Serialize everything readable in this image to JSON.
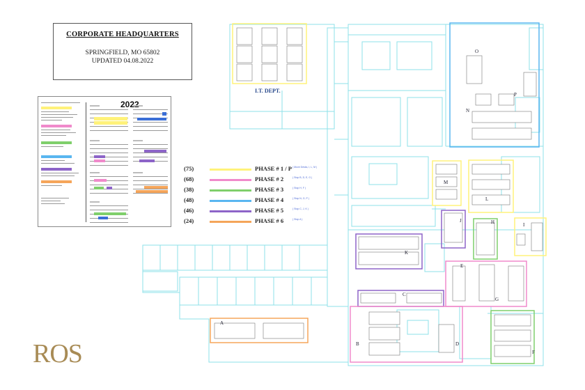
{
  "header": {
    "title": "CORPORATE HEADQUARTERS",
    "location": "SPRINGFIELD, MO 65802",
    "updated": "UPDATED 04.08.2022"
  },
  "calendar": {
    "year": "2022",
    "legend_colors": [
      "#fff27a",
      "#f08acb",
      "#7fcf6b",
      "#59b6f0",
      "#8d64c8",
      "#f5a55a"
    ]
  },
  "legend": {
    "phases": [
      {
        "count": "(75)",
        "label": "PHASE # 1 / P",
        "color": "#fff27a",
        "note": "( Move Desks, I, L, M )"
      },
      {
        "count": "(68)",
        "label": "PHASE # 2",
        "color": "#f08acb",
        "note": "( Stop B, D, E, G )"
      },
      {
        "count": "(38)",
        "label": "PHASE # 3",
        "color": "#7fcf6b",
        "note": "( Stop H, F )"
      },
      {
        "count": "(48)",
        "label": "PHASE # 4",
        "color": "#59b6f0",
        "note": "( Stop N, O, P )"
      },
      {
        "count": "(46)",
        "label": "PHASE # 5",
        "color": "#8d64c8",
        "note": "( Stop C, J, K )"
      },
      {
        "count": "(24)",
        "label": "PHASE # 6",
        "color": "#f5a55a",
        "note": "( Stop A )"
      }
    ]
  },
  "floorplan": {
    "it_label": "I.T. DEPT.",
    "zones": [
      "A",
      "B",
      "C",
      "D",
      "E",
      "F",
      "G",
      "H",
      "I",
      "J",
      "K",
      "L",
      "M",
      "N",
      "O",
      "P"
    ]
  },
  "brand": {
    "logo": "ROS",
    "logo_color": "#a88b55",
    "wall_color": "#7fdde6"
  }
}
